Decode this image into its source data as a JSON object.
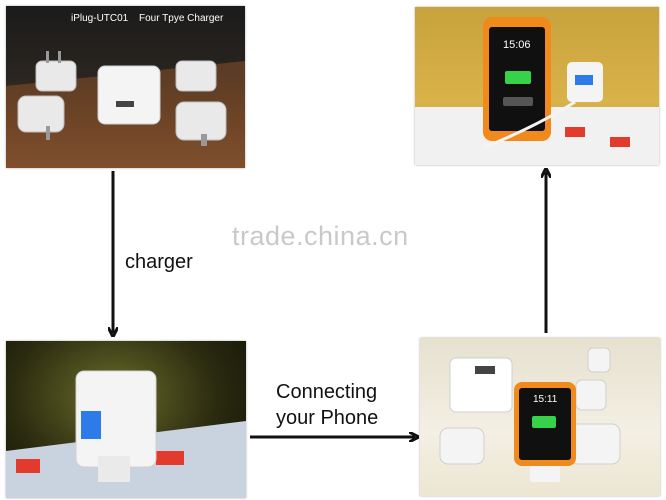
{
  "top_left_photo": {
    "caption_model": "iPlug-UTC01",
    "caption_title": "Four Tpye Charger"
  },
  "labels": {
    "down_arrow_label": "charger",
    "right_arrow_label_line1": "Connecting",
    "right_arrow_label_line2": "your Phone"
  },
  "phone_screen": {
    "top_right_time": "15:06",
    "bottom_right_time": "15:11"
  },
  "watermark": "trade.china.cn",
  "colors": {
    "arrow": "#111111",
    "phone_frame": "#f08a1c",
    "battery": "#35d24a"
  }
}
